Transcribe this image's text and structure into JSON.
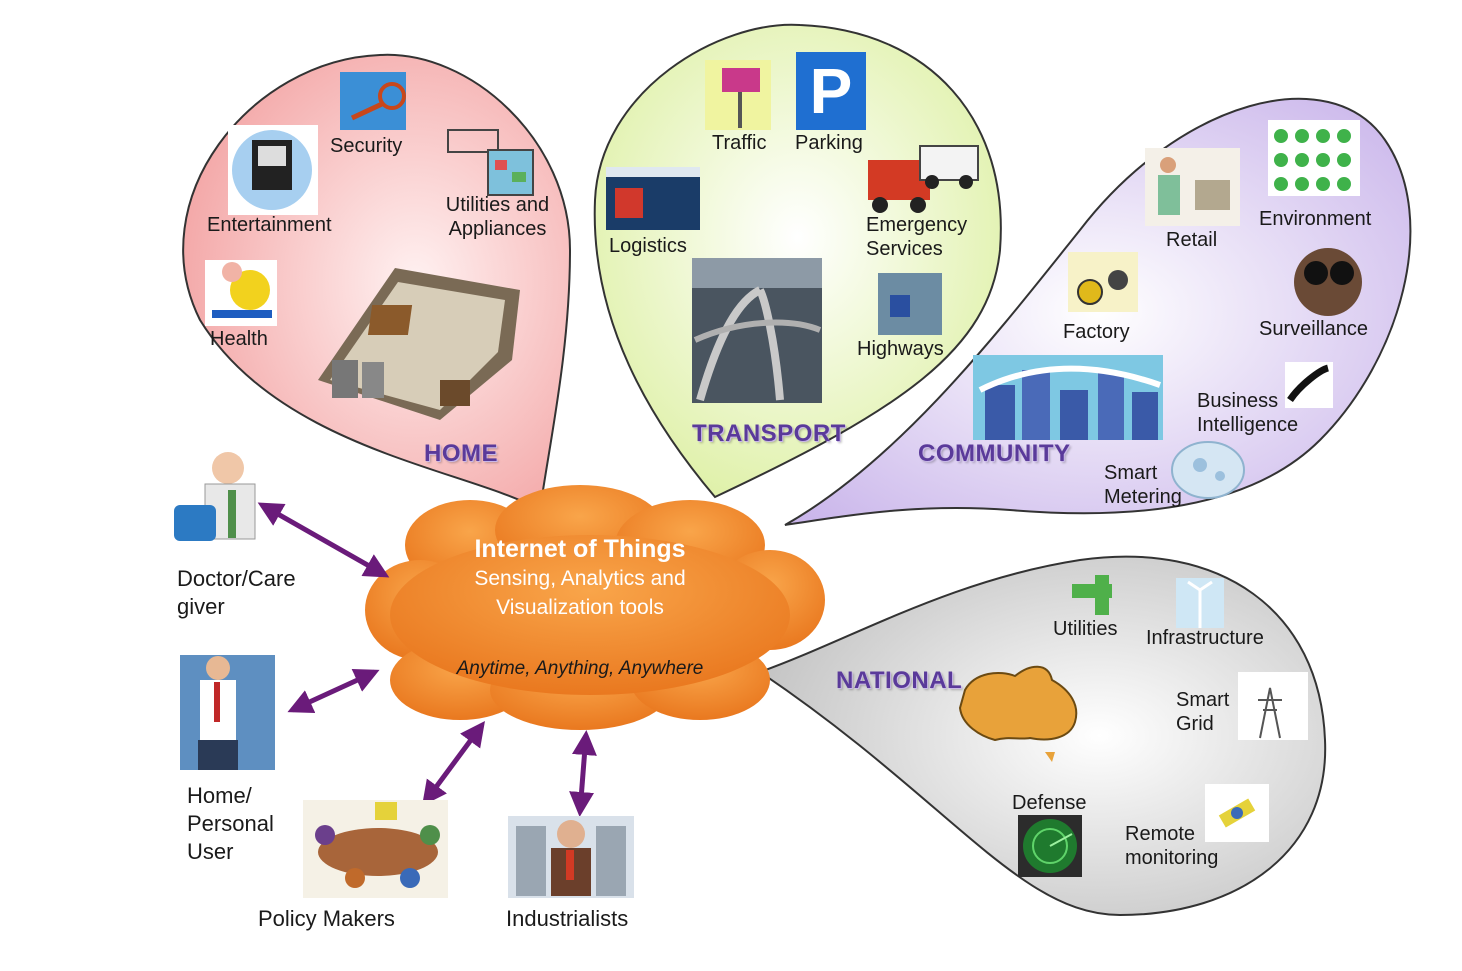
{
  "center": {
    "title": "Internet of Things",
    "subtitle_line1": "Sensing, Analytics and",
    "subtitle_line2": "Visualization tools",
    "tagline": "Anytime, Anything, Anywhere"
  },
  "home": {
    "title": "HOME",
    "items": {
      "security": "Security",
      "entertainment": "Entertainment",
      "utilities_line1": "Utilities and",
      "utilities_line2": "Appliances",
      "health": "Health"
    }
  },
  "transport": {
    "title": "TRANSPORT",
    "items": {
      "traffic": "Traffic",
      "parking": "Parking",
      "logistics": "Logistics",
      "emergency_line1": "Emergency",
      "emergency_line2": "Services",
      "highways": "Highways",
      "parking_sign": "P"
    }
  },
  "community": {
    "title": "COMMUNITY",
    "items": {
      "retail": "Retail",
      "environment": "Environment",
      "factory": "Factory",
      "surveillance": "Surveillance",
      "bi_line1": "Business",
      "bi_line2": "Intelligence",
      "metering_line1": "Smart",
      "metering_line2": "Metering"
    }
  },
  "national": {
    "title": "NATIONAL",
    "items": {
      "utilities": "Utilities",
      "infrastructure": "Infrastructure",
      "grid_line1": "Smart",
      "grid_line2": "Grid",
      "defense": "Defense",
      "remote_line1": "Remote",
      "remote_line2": "monitoring"
    }
  },
  "actors": {
    "doctor_line1": "Doctor/Care",
    "doctor_line2": "giver",
    "home_user_line1": "Home/",
    "home_user_line2": "Personal",
    "home_user_line3": "User",
    "policy": "Policy Makers",
    "industrialists": "Industrialists"
  },
  "colors": {
    "home_bubble": "#f6b9b9",
    "transport_bubble": "#e4f3b8",
    "community_bubble": "#dccdf0",
    "national_bubble": "#d9d9d9",
    "cloud": "#f08c30",
    "arrows": "#6a1b7a",
    "section_title": "#5a3a9a"
  }
}
